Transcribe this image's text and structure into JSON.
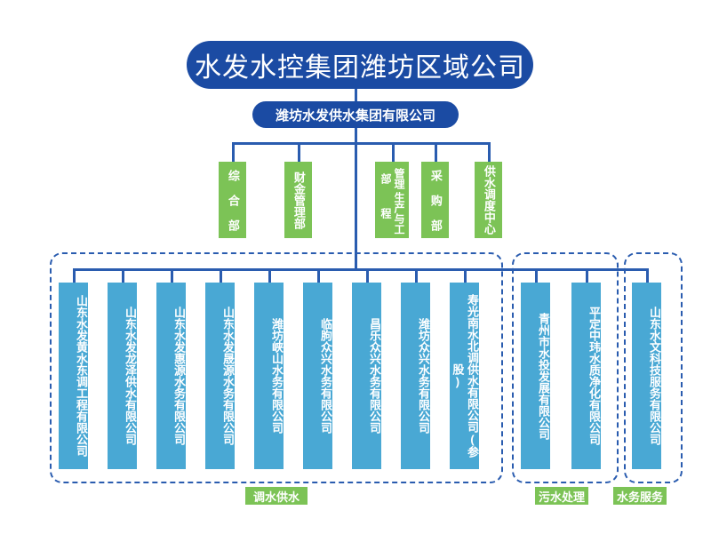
{
  "header": {
    "title": "水发水控集团潍坊区域公司",
    "subtitle": "潍坊水发供水集团有限公司"
  },
  "colors": {
    "dark_blue": "#1B4BA3",
    "line_blue": "#2A5CAF",
    "light_blue": "#49A8D4",
    "green": "#7CC356",
    "white": "#FFFFFF"
  },
  "departments": [
    {
      "label": "综合部",
      "col_a": "综 合 部",
      "col_b": ""
    },
    {
      "label": "财金管理部",
      "col_a": "财金管理部",
      "col_b": ""
    },
    {
      "label": "生产与工程管理部",
      "col_a": "生产与工程",
      "col_b": "管理部"
    },
    {
      "label": "采购部",
      "col_a": "采 购 部",
      "col_b": ""
    },
    {
      "label": "供水调度中心",
      "col_a": "供水调度中心",
      "col_b": ""
    }
  ],
  "groups": [
    {
      "name": "调水供水",
      "tag": "调水供水",
      "companies": [
        "山东水发黄水东调工程有限公司",
        "山东水发龙泽供水有限公司",
        "山东水发惠源水务有限公司",
        "山东水发晟源水务有限公司",
        "潍坊峡山水务有限公司",
        "临朐众兴水务有限公司",
        "昌乐众兴水务有限公司",
        "潍坊众兴水务有限公司",
        "寿光南水北调供水有限公司(参股)"
      ]
    },
    {
      "name": "污水处理",
      "tag": "污水处理",
      "companies": [
        "青州市水投发展有限公司",
        "平定中玮水质净化有限公司"
      ]
    },
    {
      "name": "水务服务",
      "tag": "水务服务",
      "companies": [
        "山东水文科技服务有限公司"
      ]
    }
  ]
}
